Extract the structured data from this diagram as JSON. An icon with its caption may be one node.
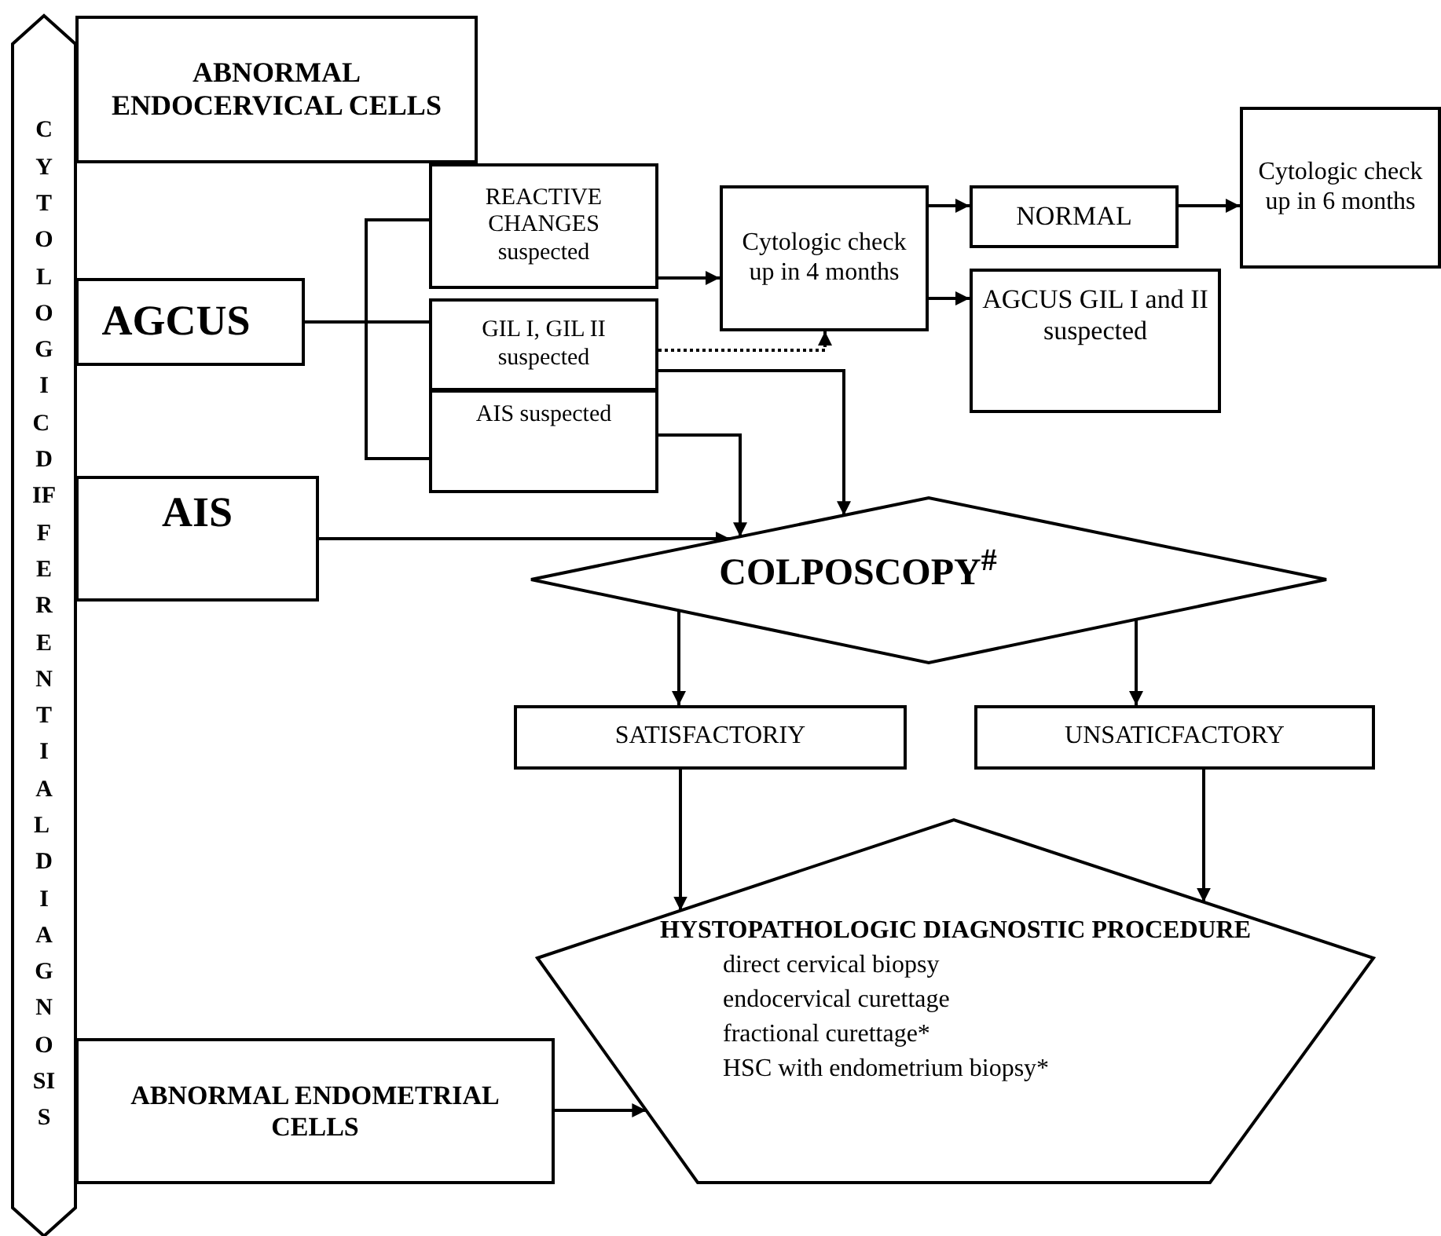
{
  "diagram": {
    "nodes": [
      {
        "text": [
          "CYTOLOGIC DIFFERENTIAL DIAGNOSIS"
        ]
      },
      {
        "text": [
          "ABNORMAL ENDOCERVICAL CELLS"
        ]
      },
      {
        "text": [
          "AGCUS"
        ]
      },
      {
        "text": [
          "REACTIVE CHANGES suspected"
        ]
      },
      {
        "text": [
          "GIL I, GIL II suspected"
        ]
      },
      {
        "text": [
          "AIS suspected"
        ]
      },
      {
        "text": [
          "Cytologic check up in 4 months"
        ]
      },
      {
        "text": [
          "NORMAL"
        ]
      },
      {
        "text": [
          "Cytologic check up in 6 months"
        ]
      },
      {
        "text": [
          "AGCUS GIL I and II suspected"
        ]
      },
      {
        "text": [
          "AIS"
        ]
      },
      {
        "text": [
          "COLPOSCOPY$^{#}$"
        ]
      },
      {
        "text": [
          "SATISFACTORIY"
        ]
      },
      {
        "text": [
          "UNSATICFACTORY"
        ]
      },
      {
        "text": [
          "HYSTOPATHOLOGIC DIAGNOSTIC PROCEDURE",
          "direct cervical biopsy",
          "endocervical curettage",
          "fractional curettage*",
          "HSC with endometrium biopsy*"
        ]
      },
      {
        "text": [
          "ABNORMAL ENDOMETRIAL CELLS"
        ]
      }
    ],
    "edges": [
      {
        "from": 2,
        "to": 3,
        "arrow": "none"
      },
      {
        "from": 2,
        "to": 4,
        "arrow": "none"
      },
      {
        "from": 2,
        "to": 5,
        "arrow": "none"
      },
      {
        "from": 3,
        "to": 6,
        "arrow": "to"
      },
      {
        "from": 4,
        "to": 6,
        "arrow": "to",
        "style": "dashed"
      },
      {
        "from": 4,
        "to": 11,
        "arrow": "to"
      },
      {
        "from": 5,
        "to": 11,
        "arrow": "to"
      },
      {
        "from": 10,
        "to": 11,
        "arrow": "to"
      },
      {
        "from": 6,
        "to": 7,
        "arrow": "to"
      },
      {
        "from": 6,
        "to": 9,
        "arrow": "to"
      },
      {
        "from": 7,
        "to": 8,
        "arrow": "to"
      },
      {
        "from": 11,
        "to": 12,
        "arrow": "to"
      },
      {
        "from": 11,
        "to": 13,
        "arrow": "to"
      },
      {
        "from": 12,
        "to": 14,
        "arrow": "to"
      },
      {
        "from": 13,
        "to": 14,
        "arrow": "to"
      },
      {
        "from": 15,
        "to": 14,
        "arrow": "to"
      }
    ]
  }
}
